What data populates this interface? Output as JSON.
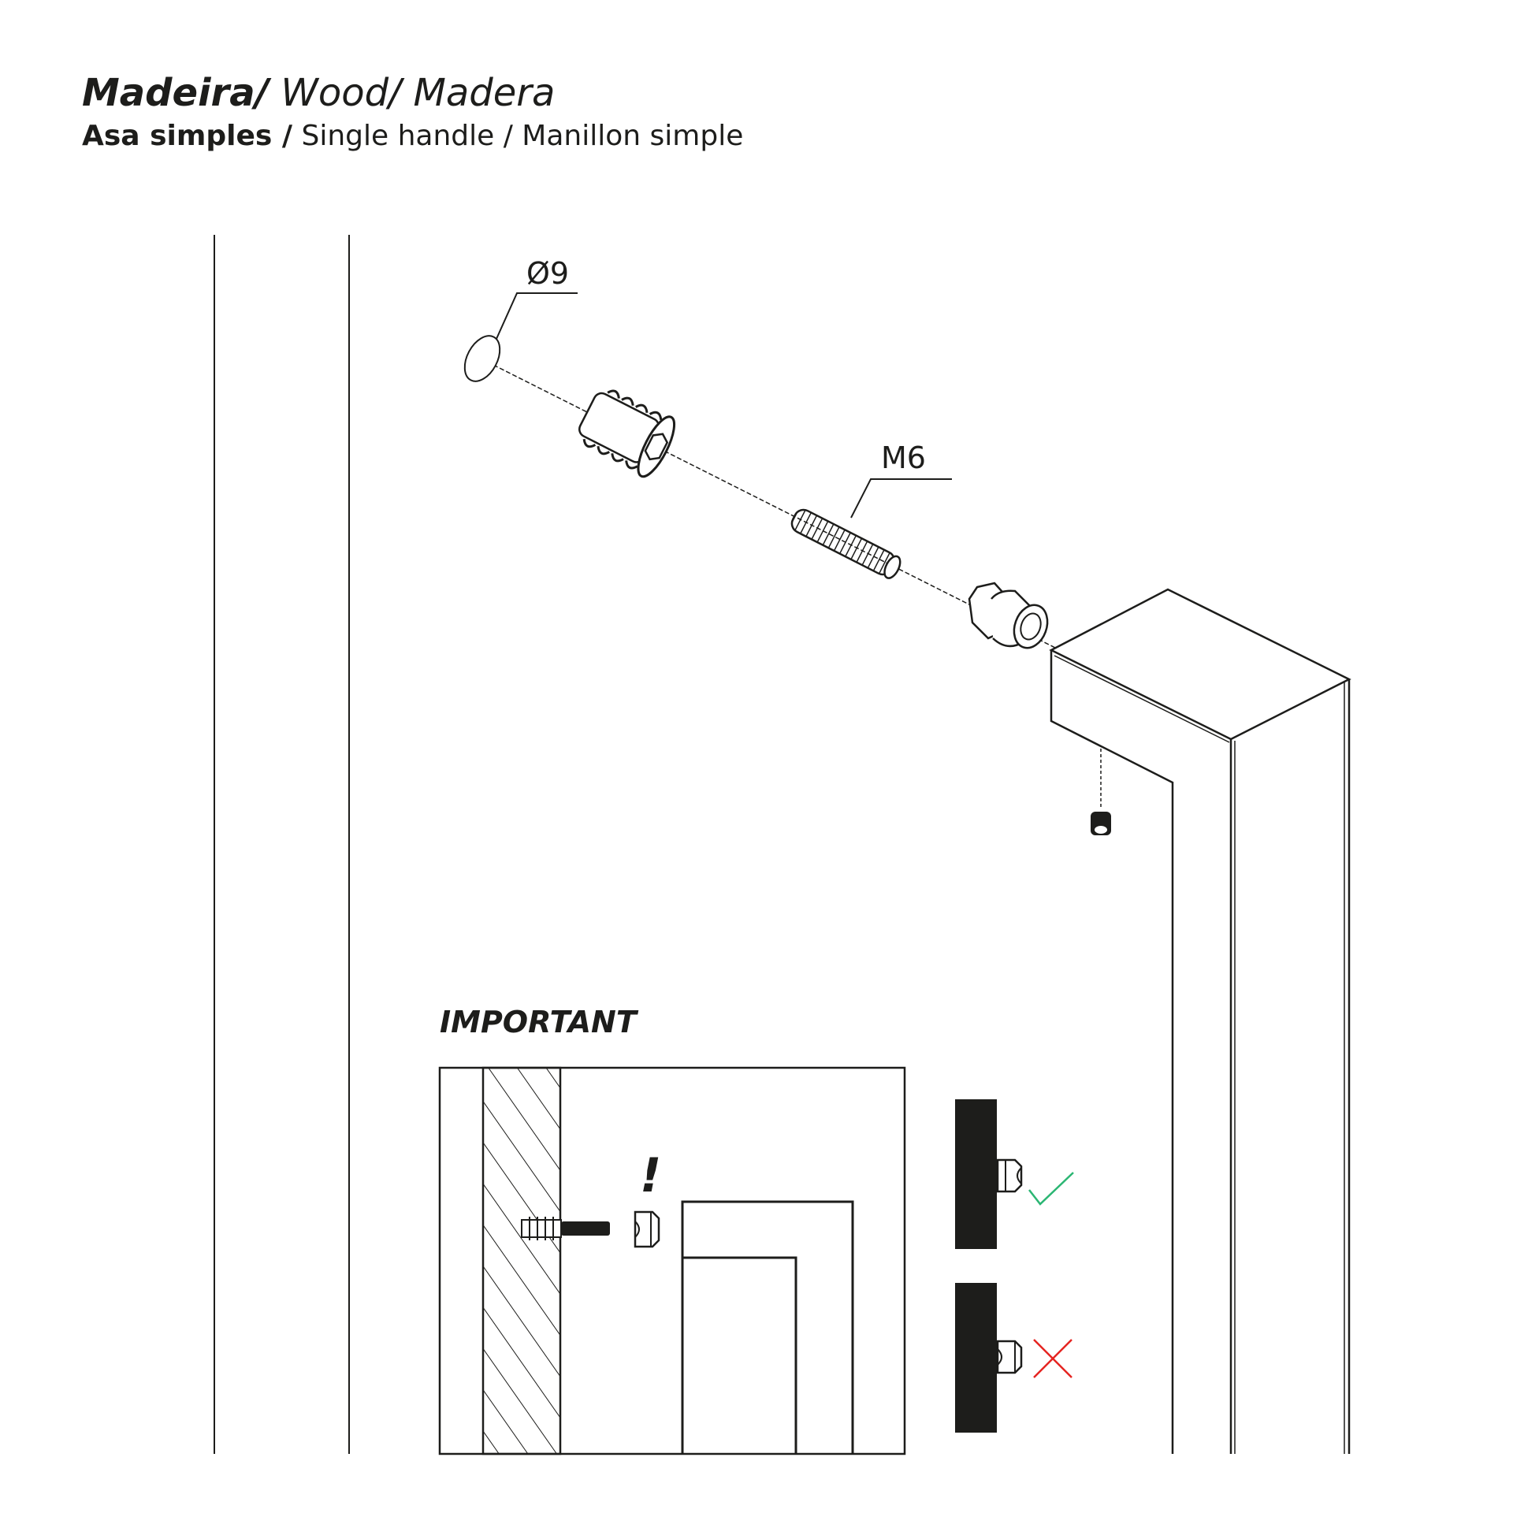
{
  "header": {
    "title_strong": "Madeira/",
    "title_rest": " Wood/ Madera",
    "subtitle_strong": "Asa  simples /",
    "subtitle_rest": " Single handle / Manillon simple"
  },
  "labels": {
    "hole_diameter": "Ø9",
    "screw_thread": "M6",
    "important": "IMPORTANT",
    "warning_mark": "!"
  },
  "colors": {
    "line": "#1d1d1b",
    "ok": "#2bb673",
    "bad": "#e52421"
  },
  "icons": {
    "correct": "check-icon",
    "incorrect": "cross-icon"
  }
}
